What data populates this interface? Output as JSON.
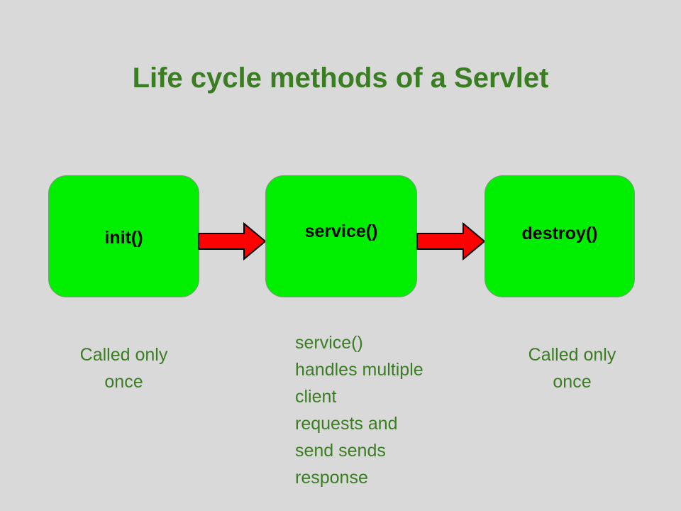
{
  "slide": {
    "background_color": "#d9d9d9",
    "title": "Life cycle methods of a Servlet",
    "title_color": "#3a7d22",
    "accent_box_color": "#00ee00",
    "arrow_color": "#ff0000",
    "box_label_color": "#000000"
  },
  "flow": {
    "boxes": [
      {
        "id": "init",
        "label": "init()"
      },
      {
        "id": "service",
        "label": "service()"
      },
      {
        "id": "destroy",
        "label": "destroy()"
      }
    ],
    "arrows": [
      {
        "id": "init-to-service",
        "direction": "right"
      },
      {
        "id": "service-to-destroy",
        "direction": "right"
      }
    ]
  },
  "captions": {
    "init": {
      "lines": [
        "Called only",
        "once"
      ]
    },
    "service": {
      "lines": [
        "service()",
        "handles multiple",
        "client",
        "requests and",
        "send sends",
        "response"
      ]
    },
    "destroy": {
      "lines": [
        "Called only",
        "once"
      ]
    }
  }
}
